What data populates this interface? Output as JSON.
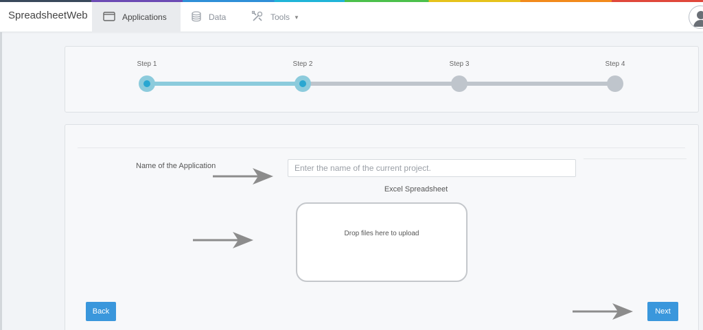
{
  "app": {
    "brand": "SpreadsheetWeb"
  },
  "nav": {
    "items": [
      {
        "label": "Applications",
        "icon": "window-icon",
        "active": true
      },
      {
        "label": "Data",
        "icon": "database-icon",
        "active": false
      },
      {
        "label": "Tools",
        "icon": "tools-icon",
        "active": false
      }
    ]
  },
  "wizard": {
    "steps": [
      {
        "label": "Step 1",
        "state": "done"
      },
      {
        "label": "Step 2",
        "state": "current"
      },
      {
        "label": "Step 3",
        "state": "todo"
      },
      {
        "label": "Step 4",
        "state": "todo"
      }
    ]
  },
  "form": {
    "name_label": "Name of the Application",
    "name_placeholder": "Enter the name of the current project.",
    "name_value": "",
    "upload_title": "Excel Spreadsheet",
    "dropzone_text": "Drop files here to upload",
    "back_label": "Back",
    "next_label": "Next"
  },
  "colors": {
    "accent": "#3a97dc",
    "step_done": "#8ccbdc",
    "step_dot_inner": "#2aa7d1",
    "step_todo": "#bfc5cc",
    "annotation_arrow": "#8c8c8c"
  }
}
